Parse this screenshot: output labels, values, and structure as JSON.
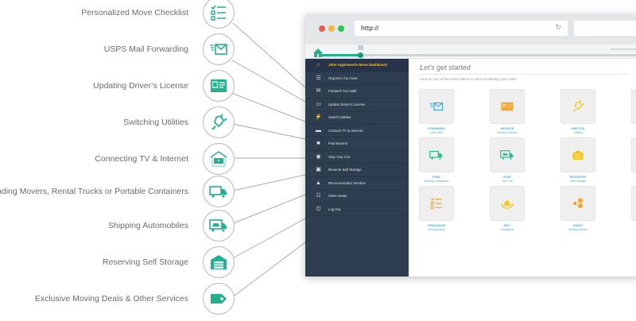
{
  "features": [
    {
      "label": "Personalized Move Checklist",
      "icon": "checklist-icon"
    },
    {
      "label": "USPS Mail Forwarding",
      "icon": "mail-forward-icon"
    },
    {
      "label": "Updating Driver’s License",
      "icon": "id-card-icon"
    },
    {
      "label": "Switching Utilities",
      "icon": "plug-icon"
    },
    {
      "label": "Connecting TV & Internet",
      "icon": "tv-house-icon"
    },
    {
      "label": "Finding Movers, Rental Trucks or Portable Containers",
      "icon": "truck-icon"
    },
    {
      "label": "Shipping Automobiles",
      "icon": "car-carrier-icon"
    },
    {
      "label": "Reserving Self Storage",
      "icon": "storage-garage-icon"
    },
    {
      "label": "Exclusive Moving Deals & Other Services",
      "icon": "tag-icon"
    }
  ],
  "browser": {
    "url": "http://",
    "reload_icon": "reload-icon",
    "progress_percent": 12
  },
  "sidebar": {
    "items": [
      {
        "label": "John Appleseed’s Move Dashboard",
        "icon": "home-icon",
        "active": true
      },
      {
        "label": "Organize my move",
        "icon": "list-icon"
      },
      {
        "label": "Forward Your Mail",
        "icon": "mail-icon"
      },
      {
        "label": "Update Driver’s License",
        "icon": "id-card-icon"
      },
      {
        "label": "Switch Utilities",
        "icon": "plug-icon"
      },
      {
        "label": "Connect TV & Internet",
        "icon": "laptop-icon"
      },
      {
        "label": "Find Movers",
        "icon": "truck-icon"
      },
      {
        "label": "Ship Your Car",
        "icon": "car-icon"
      },
      {
        "label": "Reserve Self Storage",
        "icon": "storage-icon"
      },
      {
        "label": "Recommended Vendors",
        "icon": "user-icon"
      },
      {
        "label": "Other Deals",
        "icon": "grid-list-icon"
      },
      {
        "label": "Log Out",
        "icon": "power-icon"
      }
    ]
  },
  "main": {
    "title": "Let's get started",
    "subtitle": "Click on any of the items below to start completing your tasks",
    "tiles": [
      {
        "title": "FORWARD",
        "sub": "your mail",
        "icon": "mail-forward-icon",
        "color": "#3fa9dc"
      },
      {
        "title": "UPDATE",
        "sub": "Driver's License",
        "icon": "id-card-icon",
        "color": "#f3a533"
      },
      {
        "title": "SWITCH",
        "sub": "Utilities",
        "icon": "plug-icon",
        "color": "#f2c92a"
      },
      {
        "title": "FIND",
        "sub": "Moving Companies",
        "icon": "truck-icon",
        "color": "#2bbf95"
      },
      {
        "title": "SHIP",
        "sub": "Your Car",
        "icon": "car-carrier-icon",
        "color": "#2bbf95"
      },
      {
        "title": "RESERVE",
        "sub": "Self Storage",
        "icon": "storage-garage-icon",
        "color": "#f2c92a"
      },
      {
        "title": "ORGANIZE",
        "sub": "moving tasks",
        "icon": "checklist-icon",
        "color": "#f3a533"
      },
      {
        "title": "GET",
        "sub": "Insurance",
        "icon": "insurance-icon",
        "color": "#f2c92a"
      },
      {
        "title": "SHOP",
        "sub": "Moving Boxes",
        "icon": "boxes-icon",
        "color": "#f3a533"
      }
    ]
  },
  "colors": {
    "accent": "#25b08d",
    "sidebar_bg": "#2e3d4f",
    "active_text": "#f2c23a",
    "tile_text": "#41a8d8"
  }
}
